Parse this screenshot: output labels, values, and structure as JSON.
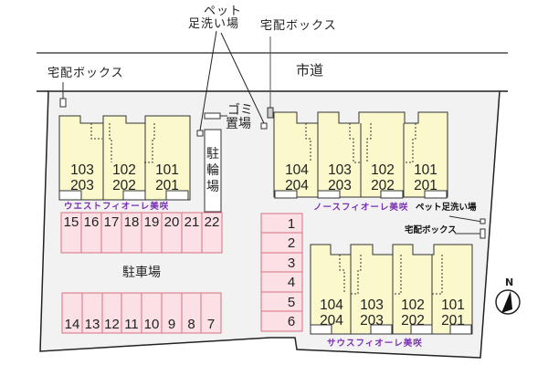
{
  "road": {
    "label": "市道"
  },
  "callouts": {
    "pet_wash_top_line1": "ペット",
    "pet_wash_top_line2": "足洗い場",
    "delivery_box_top": "宅配ボックス",
    "delivery_box_left": "宅配ボックス",
    "garbage": "ゴミ置場",
    "garbage_line1": "ゴミ",
    "garbage_line2": "置場",
    "bicycle_parking": [
      "駐",
      "輪",
      "場"
    ],
    "pet_wash_right": "ペット足洗い場",
    "delivery_box_right": "宅配ボックス"
  },
  "parking_lot": {
    "label": "駐車場"
  },
  "buildings": {
    "west": {
      "name": "ウエストフィオーレ美咲",
      "units": [
        {
          "lower": "103",
          "upper": "203"
        },
        {
          "lower": "102",
          "upper": "202"
        },
        {
          "lower": "101",
          "upper": "201"
        }
      ]
    },
    "north": {
      "name": "ノースフィオーレ美咲",
      "units": [
        {
          "lower": "104",
          "upper": "204"
        },
        {
          "lower": "103",
          "upper": "203"
        },
        {
          "lower": "102",
          "upper": "202"
        },
        {
          "lower": "101",
          "upper": "201"
        }
      ]
    },
    "south": {
      "name": "サウスフィオーレ美咲",
      "units": [
        {
          "lower": "104",
          "upper": "204"
        },
        {
          "lower": "103",
          "upper": "203"
        },
        {
          "lower": "102",
          "upper": "202"
        },
        {
          "lower": "101",
          "upper": "201"
        }
      ]
    }
  },
  "parking_spaces": {
    "top_row": [
      "15",
      "16",
      "17",
      "18",
      "19",
      "20",
      "21",
      "22"
    ],
    "bottom_row": [
      "14",
      "13",
      "12",
      "11",
      "10",
      "9",
      "8",
      "7"
    ],
    "right_column": [
      "1",
      "2",
      "3",
      "4",
      "5",
      "6"
    ]
  },
  "compass": {
    "label": "N"
  },
  "colors": {
    "building_fill": "#fbf8cc",
    "parking_fill": "#fbe0e6",
    "parking_stroke": "#d9707f",
    "lot_fill": "#f2f2f2",
    "building_name": "#7a2fb3"
  }
}
